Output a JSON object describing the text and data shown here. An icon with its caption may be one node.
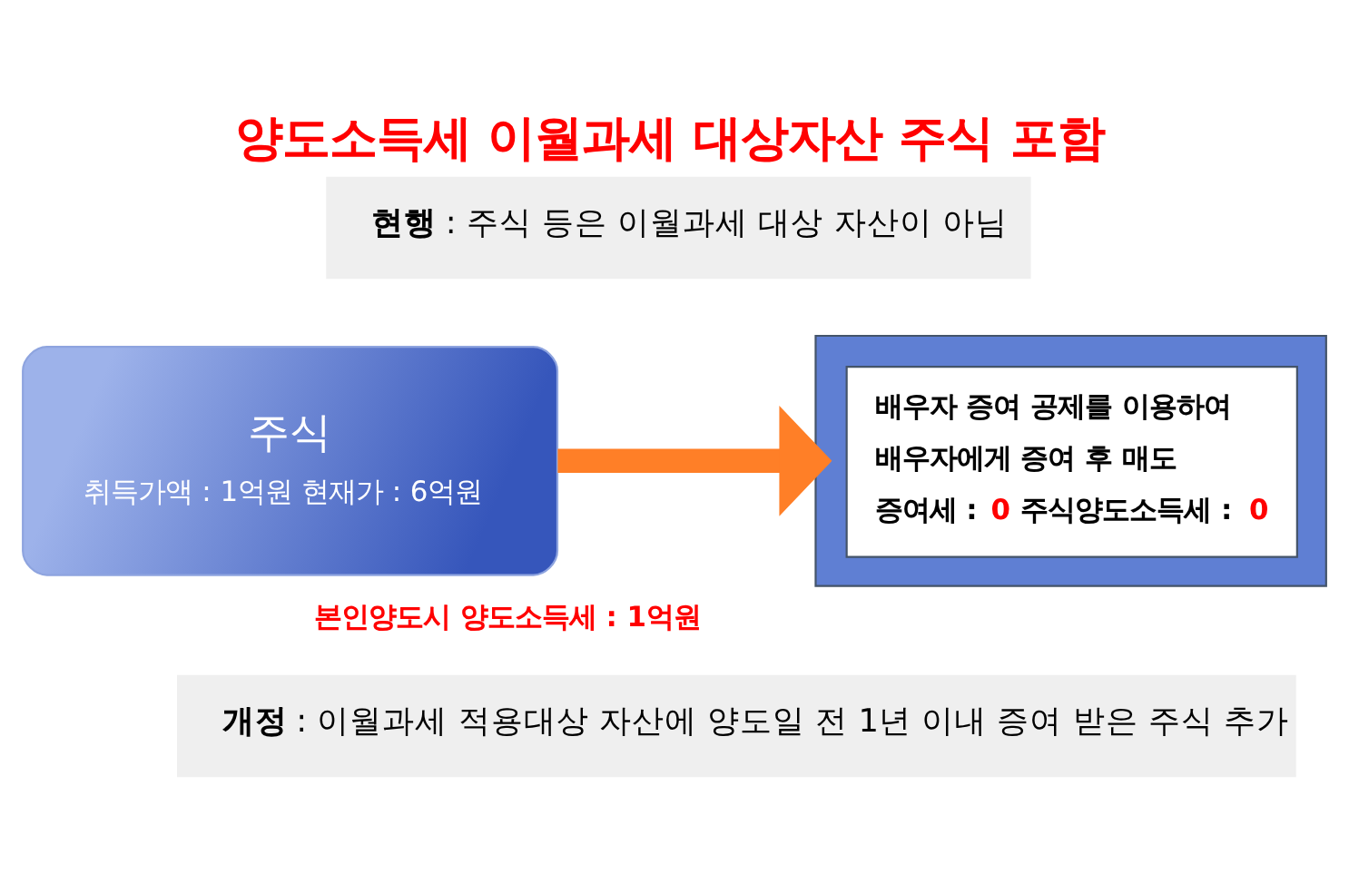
{
  "diagram": {
    "title": "양도소득세 이월과세 대상자산 주식 포함",
    "nodes": [
      {
        "text": [
          "**현행** : 주식 등은 이월과세 대상 자산이 아님"
        ]
      },
      {
        "text": [
          "주식",
          "취득가액 : 1억원 현재가 : 6억원"
        ],
        "beside": [
          "본인양도시 양도소득세 : 1억원"
        ]
      },
      {
        "text": [
          "배우자 증여 공제를 이용하여",
          "배우자에게 증여 후 매도",
          "증여세 : 0 주식양도소득세 : 0"
        ]
      },
      {
        "text": [
          "**개정** : 이월과세 적용대상 자산에 양도일 전 1년 이내 증여 받은 주식 추가"
        ]
      }
    ],
    "edges": [
      {
        "from": 1,
        "to": 2,
        "arrow": "to",
        "color": "#ff7f27"
      }
    ]
  }
}
